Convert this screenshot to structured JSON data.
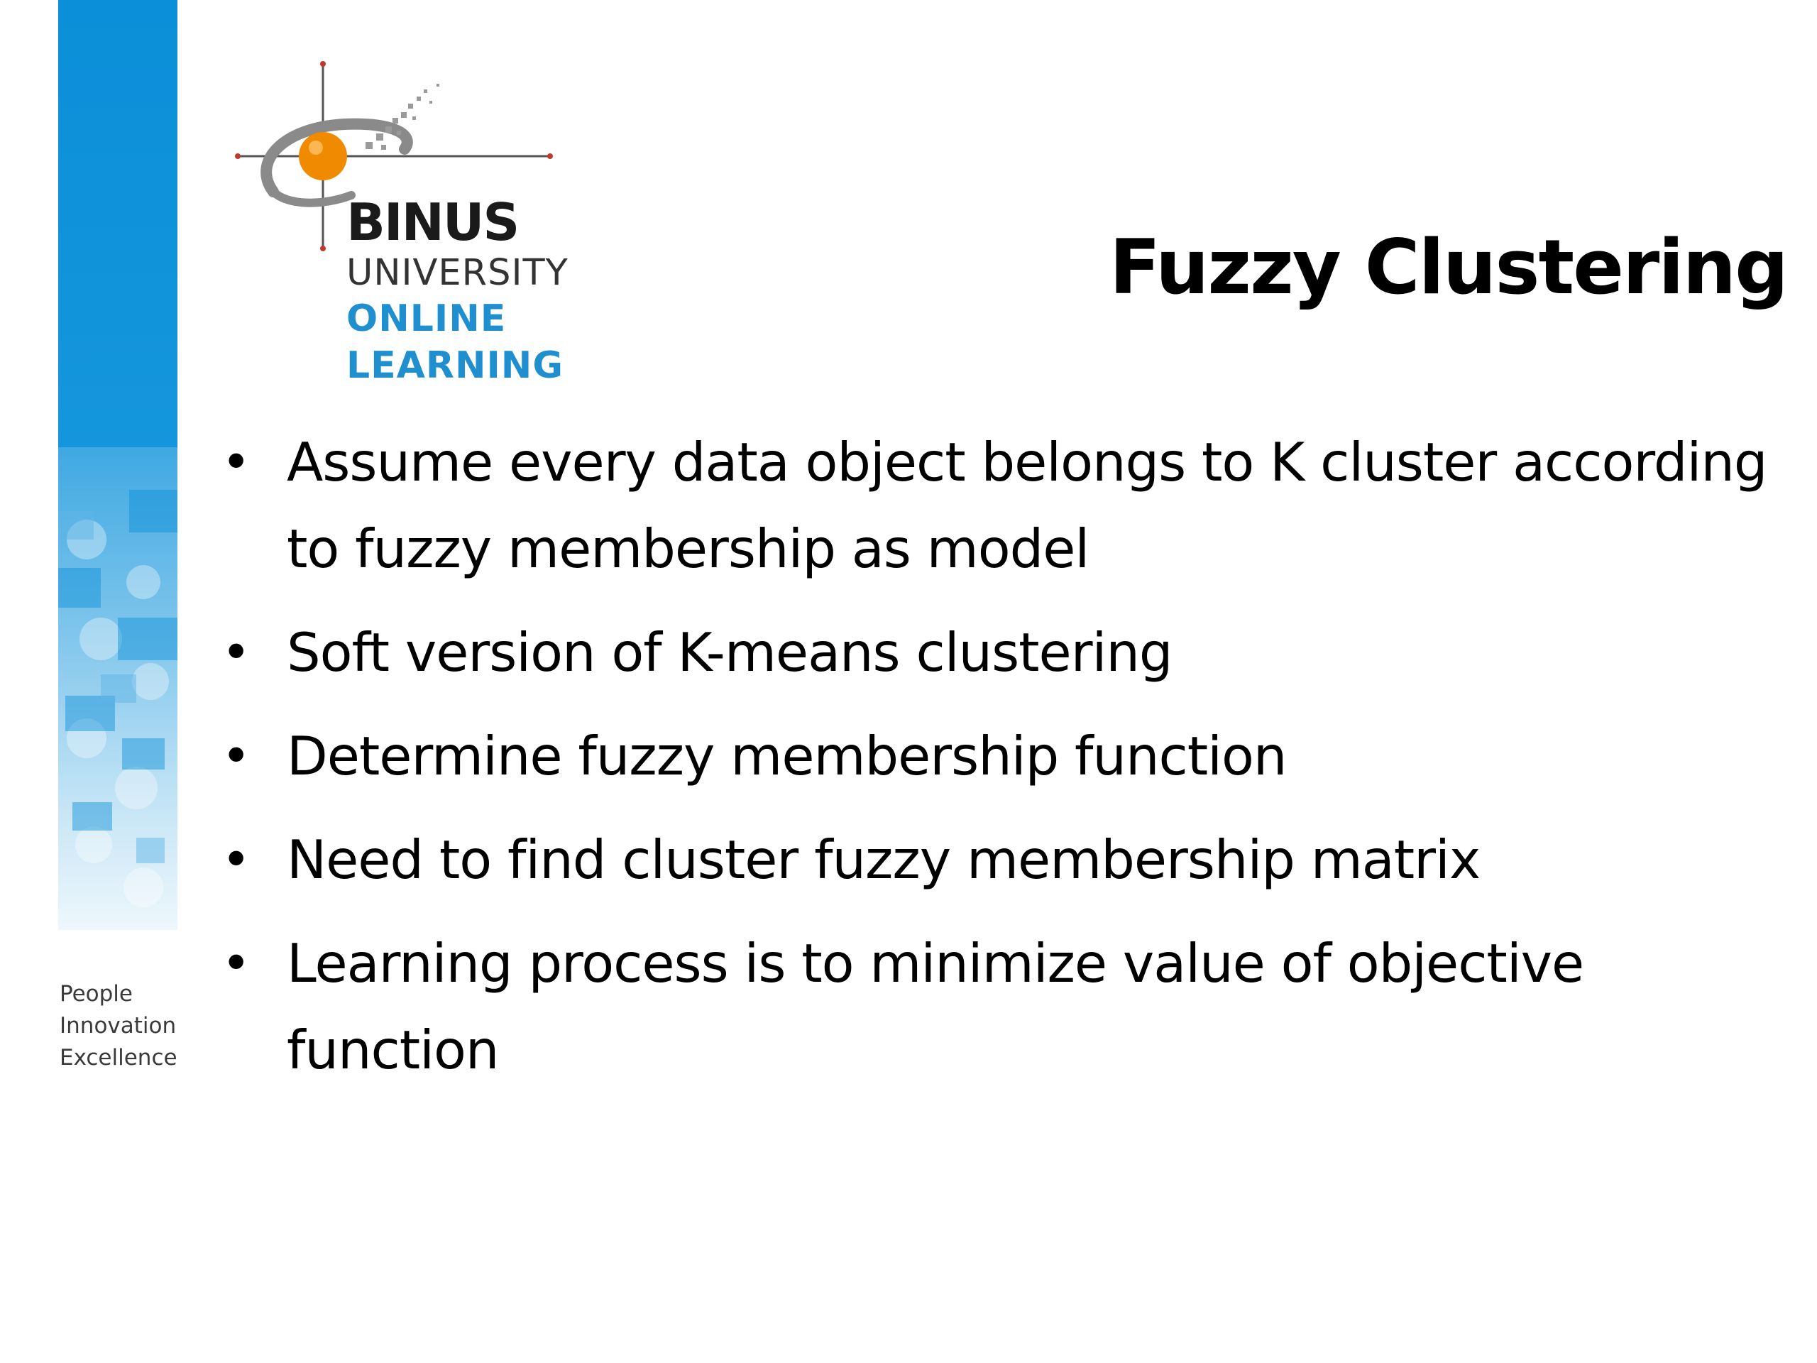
{
  "branding": {
    "logo": {
      "line1": "BINUS",
      "line2": "UNIVERSITY",
      "line3": "ONLINE",
      "line4": "LEARNING"
    },
    "tagline": [
      "People",
      "Innovation",
      "Excellence"
    ],
    "colors": {
      "sidebar_blue": "#0b8fd8",
      "logo_orange": "#f08a00",
      "logo_blue": "#1f8fd0"
    }
  },
  "slide": {
    "title": "Fuzzy Clustering",
    "bullet_glyph": "•",
    "bullets": [
      "Assume every data object belongs to K cluster according to fuzzy membership as model",
      "Soft version of K-means clustering",
      "Determine fuzzy membership function",
      "Need to find cluster fuzzy membership matrix",
      "Learning process is to minimize value of objective function"
    ]
  }
}
